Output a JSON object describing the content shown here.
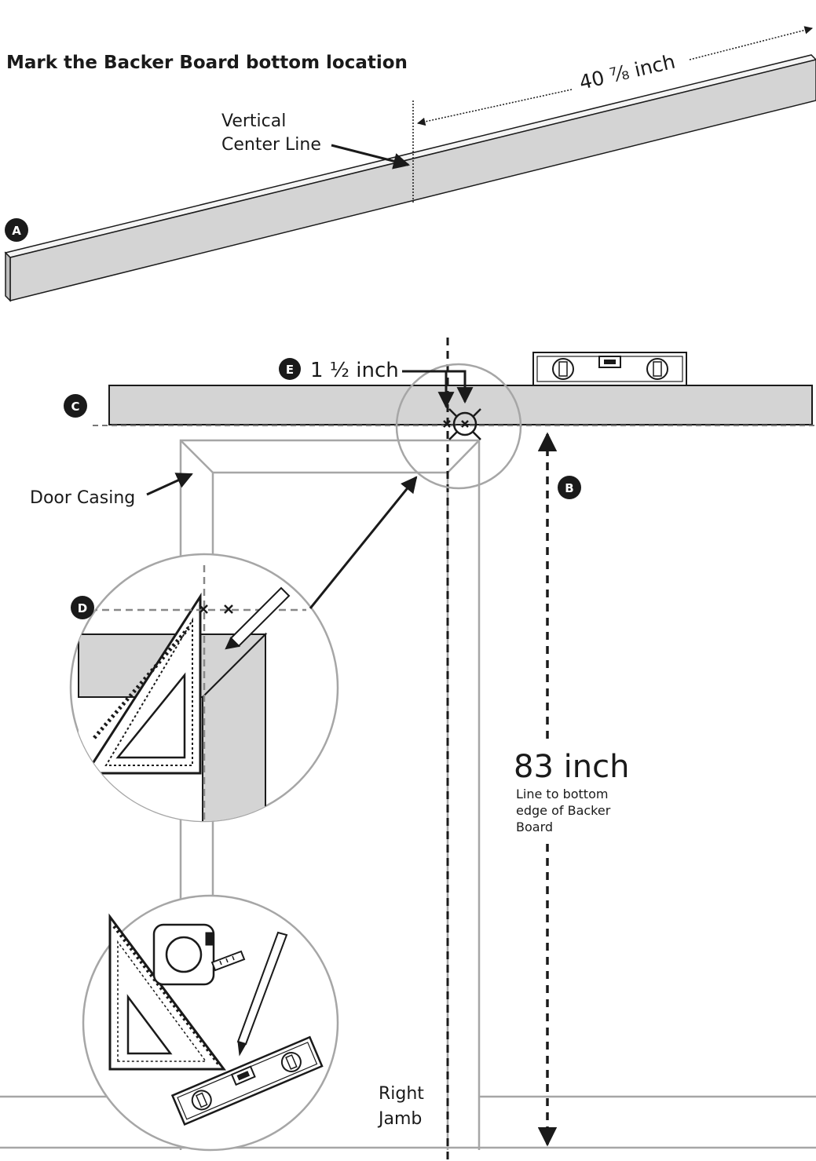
{
  "title": "Mark the Backer Board bottom location",
  "step_a": {
    "badge": "A",
    "dimension": "40 ⁷⁄₈ inch",
    "center_line_label_1": "Vertical",
    "center_line_label_2": "Center Line"
  },
  "step_b": {
    "badge": "B",
    "dimension": "83 inch",
    "note_1": "Line to bottom",
    "note_2": "edge of Backer",
    "note_3": "Board"
  },
  "step_c": {
    "badge": "C"
  },
  "step_d": {
    "badge": "D"
  },
  "step_e": {
    "badge": "E",
    "dimension": "1 ½ inch"
  },
  "labels": {
    "door_casing": "Door Casing",
    "right_jamb_1": "Right",
    "right_jamb_2": "Jamb"
  },
  "tools_icons": [
    "speed-square-icon",
    "tape-measure-icon",
    "pencil-icon",
    "level-icon"
  ],
  "colors": {
    "ink": "#1a1a1a",
    "board_fill": "#d4d4d4",
    "casing_stroke": "#a6a6a6",
    "background": "#ffffff"
  }
}
